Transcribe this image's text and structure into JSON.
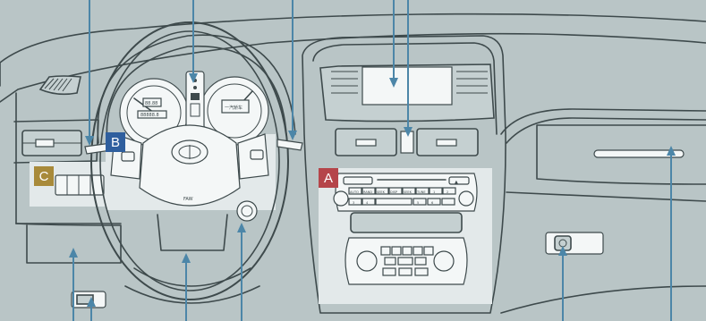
{
  "callouts": [
    {
      "id": "A",
      "label": "A",
      "color": "#b5454a"
    },
    {
      "id": "B",
      "label": "B",
      "color": "#2f5f9e"
    },
    {
      "id": "C",
      "label": "C",
      "color": "#a88a3a"
    }
  ],
  "colors": {
    "background": "#b9c5c6",
    "line": "#3e4a4c",
    "arrow": "#4c86a8",
    "highlight": "#e3e9ea"
  },
  "gauges": {
    "speedo_readout": "88.88",
    "odometer_readout": "88888.8",
    "tach_brand_text": "一汽轿车"
  },
  "radio": {
    "button_labels": [
      "AUTO",
      "RAND",
      "SEEK",
      "DISP",
      "SEEK",
      "TUNE",
      "1",
      "2",
      "3",
      "4",
      "5",
      "6"
    ],
    "eject_label": "▲"
  },
  "wheel_badge_text": "FAW"
}
